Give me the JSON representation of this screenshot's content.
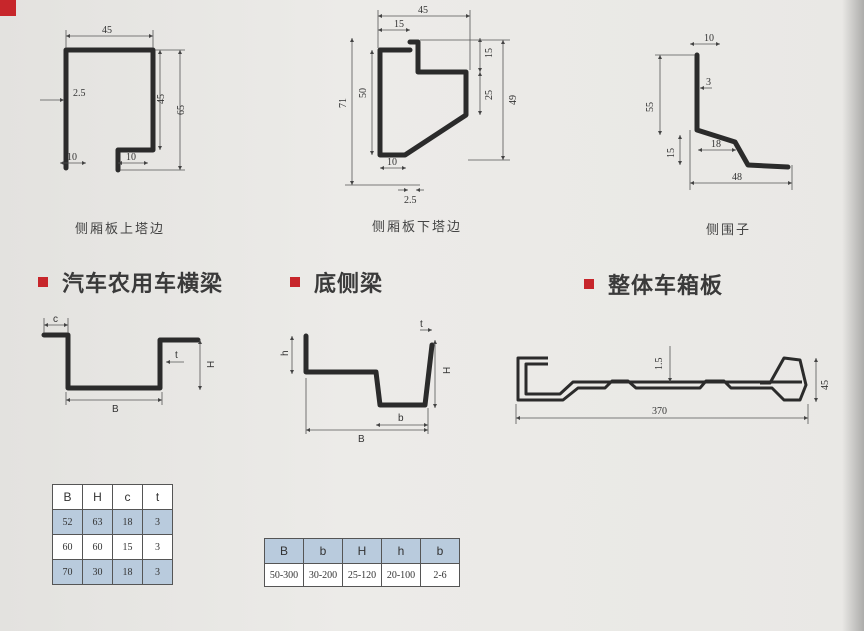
{
  "sections": {
    "side_upper": {
      "caption": "侧厢板上塔边",
      "dims": {
        "width": "45",
        "thickness": "2.5",
        "height_inner": "45",
        "height_total": "65",
        "foot_left": "10",
        "foot_right": "10"
      }
    },
    "side_lower": {
      "caption": "侧厢板下塔边",
      "dims": {
        "width": "45",
        "top_lip": "15",
        "seg_15": "15",
        "height_total": "71",
        "height_50": "50",
        "seg_25": "25",
        "height_49": "49",
        "foot": "10",
        "thickness": "2.5"
      }
    },
    "side_fence": {
      "caption": "侧围子",
      "dims": {
        "top": "10",
        "thickness": "3",
        "height_55": "55",
        "seg_15": "15",
        "step_18": "18",
        "base_48": "48"
      }
    },
    "crossbeam": {
      "heading": "汽车农用车横梁",
      "labels": {
        "c": "c",
        "t": "t",
        "H": "H",
        "B": "B"
      }
    },
    "bottom_beam": {
      "heading": "底侧梁",
      "labels": {
        "h": "h",
        "t": "t",
        "H": "H",
        "b": "b",
        "B": "B"
      }
    },
    "box_panel": {
      "heading": "整体车箱板",
      "dims": {
        "thickness": "1.5",
        "height": "45",
        "length": "370"
      }
    }
  },
  "table1": {
    "headers": [
      "B",
      "H",
      "c",
      "t"
    ],
    "rows": [
      [
        "52",
        "63",
        "18",
        "3"
      ],
      [
        "60",
        "60",
        "15",
        "3"
      ],
      [
        "70",
        "30",
        "18",
        "3"
      ]
    ]
  },
  "table2": {
    "headers": [
      "B",
      "b",
      "H",
      "h",
      "b"
    ],
    "rows": [
      [
        "50-300",
        "30-200",
        "25-120",
        "20-100",
        "2-6"
      ]
    ]
  },
  "colors": {
    "accent": "#c7262b",
    "table_highlight": "#b9cbdd",
    "profile": "#2b2b2b"
  }
}
